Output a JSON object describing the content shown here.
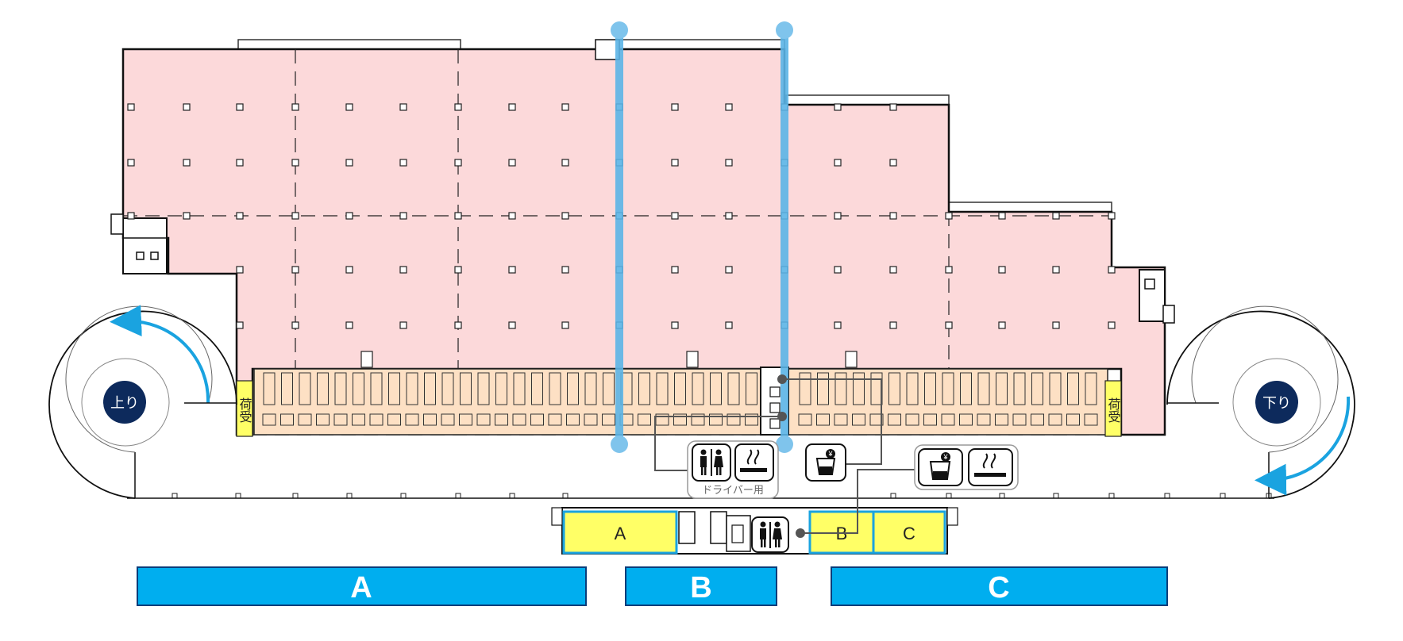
{
  "ramp_up": {
    "label": "上り"
  },
  "ramp_down": {
    "label": "下り"
  },
  "loading_bay_left": {
    "label": "荷受"
  },
  "loading_bay_right": {
    "label": "荷受"
  },
  "driver_facility": {
    "caption": "ドライバー用"
  },
  "office_rooms": [
    {
      "label": "A"
    },
    {
      "label": "B"
    },
    {
      "label": "C"
    }
  ],
  "zone_bars": [
    {
      "label": "A"
    },
    {
      "label": "B"
    },
    {
      "label": "C"
    }
  ],
  "colors": {
    "warehouse": "#fcd9da",
    "dock": "#fde0c4",
    "office": "#ffff66",
    "zone_bar": "#00aeef",
    "partition": "#5bb4e6",
    "ramp_badge": "#0d2a5c",
    "arrow": "#1aa3e0"
  }
}
